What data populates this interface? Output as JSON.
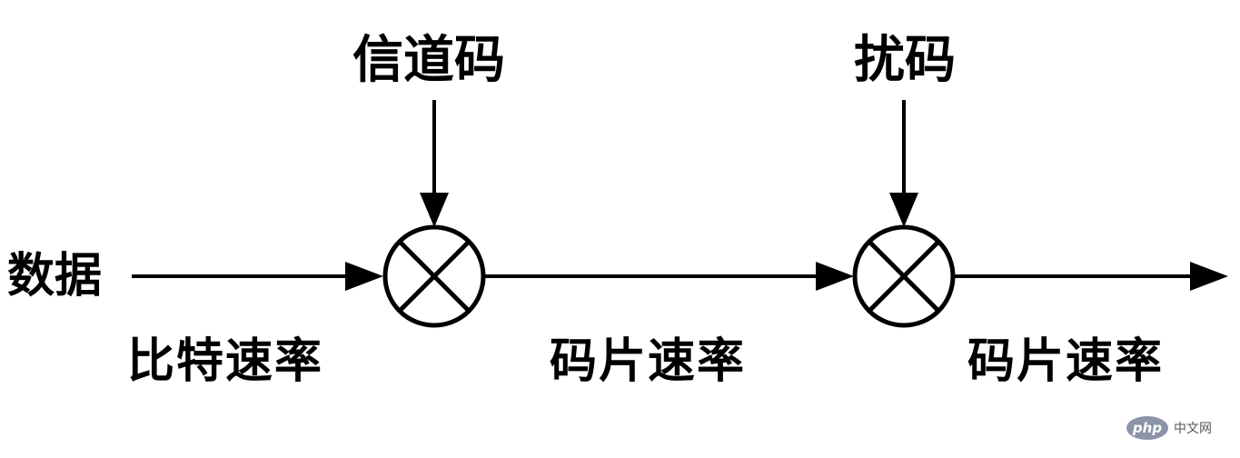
{
  "diagram": {
    "input_label": "数据",
    "input_rate": "比特速率",
    "channel_code": "信道码",
    "scrambling_code": "扰码",
    "mid_rate": "码片速率",
    "output_rate": "码片速率"
  },
  "watermark": {
    "logo": "php",
    "text": "中文网"
  },
  "colors": {
    "stroke": "#000000",
    "background": "#ffffff"
  }
}
